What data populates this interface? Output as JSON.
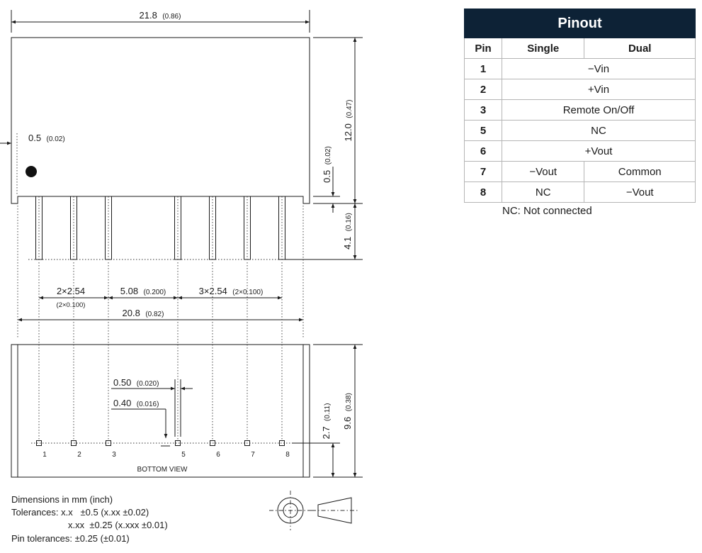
{
  "drawing": {
    "dims": {
      "width_top": {
        "value": "21.8",
        "inch": "(0.86)"
      },
      "height_top": {
        "value": "12.0",
        "inch": "(0.47)"
      },
      "standoff_left": {
        "value": "0.5",
        "inch": "(0.02)"
      },
      "standoff_right": {
        "value": "0.5",
        "inch": "(0.02)"
      },
      "pin_length": {
        "value": "4.1",
        "inch": "(0.16)"
      },
      "pitch_left": {
        "value": "2×2.54",
        "inch": "(2×0.100)"
      },
      "pitch_mid": {
        "value": "5.08",
        "inch": "(0.200)"
      },
      "pitch_right": {
        "value": "3×2.54",
        "inch": "(2×0.100)"
      },
      "pin_span": {
        "value": "20.8",
        "inch": "(0.82)"
      },
      "pin_width_a": {
        "value": "0.50",
        "inch": "(0.020)"
      },
      "pin_width_b": {
        "value": "0.40",
        "inch": "(0.016)"
      },
      "pin_row_offset": {
        "value": "2.7",
        "inch": "(0.11)"
      },
      "depth": {
        "value": "9.6",
        "inch": "(0.38)"
      }
    },
    "pin_numbers": [
      "1",
      "2",
      "3",
      "5",
      "6",
      "7",
      "8"
    ],
    "bottom_view_label": "BOTTOM VIEW",
    "notes": [
      "Dimensions in mm (inch)",
      "Tolerances: x.x   ±0.5 (x.xx ±0.02)",
      "x.xx  ±0.25 (x.xxx ±0.01)",
      "Pin tolerances: ±0.25 (±0.01)"
    ]
  },
  "pinout": {
    "title": "Pinout",
    "headers": [
      "Pin",
      "Single",
      "Dual"
    ],
    "rows": [
      {
        "pin": "1",
        "single": "−Vin",
        "dual": "",
        "merged": true
      },
      {
        "pin": "2",
        "single": "+Vin",
        "dual": "",
        "merged": true
      },
      {
        "pin": "3",
        "single": "Remote On/Off",
        "dual": "",
        "merged": true
      },
      {
        "pin": "5",
        "single": "NC",
        "dual": "",
        "merged": true
      },
      {
        "pin": "6",
        "single": "+Vout",
        "dual": "",
        "merged": true
      },
      {
        "pin": "7",
        "single": "−Vout",
        "dual": "Common",
        "merged": false
      },
      {
        "pin": "8",
        "single": "NC",
        "dual": "−Vout",
        "merged": false
      }
    ],
    "note": "NC: Not connected"
  }
}
